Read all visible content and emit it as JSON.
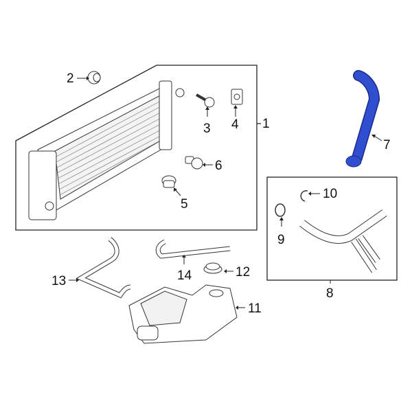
{
  "diagram": {
    "type": "exploded parts diagram",
    "highlight_color": "#2f4fd0",
    "callouts": [
      {
        "id": "1",
        "label": "1",
        "part": "radiator-assembly"
      },
      {
        "id": "2",
        "label": "2",
        "part": "insulator"
      },
      {
        "id": "3",
        "label": "3",
        "part": "bolt"
      },
      {
        "id": "4",
        "label": "4",
        "part": "clip-nut"
      },
      {
        "id": "5",
        "label": "5",
        "part": "lower-insulator"
      },
      {
        "id": "6",
        "label": "6",
        "part": "bracket-pin"
      },
      {
        "id": "7",
        "label": "7",
        "part": "upper-hose",
        "highlighted": true
      },
      {
        "id": "8",
        "label": "8",
        "part": "hose-assembly"
      },
      {
        "id": "9",
        "label": "9",
        "part": "o-ring"
      },
      {
        "id": "10",
        "label": "10",
        "part": "clip"
      },
      {
        "id": "11",
        "label": "11",
        "part": "reservoir"
      },
      {
        "id": "12",
        "label": "12",
        "part": "reservoir-cap"
      },
      {
        "id": "13",
        "label": "13",
        "part": "overflow-hose"
      },
      {
        "id": "14",
        "label": "14",
        "part": "vent-hose"
      }
    ]
  }
}
